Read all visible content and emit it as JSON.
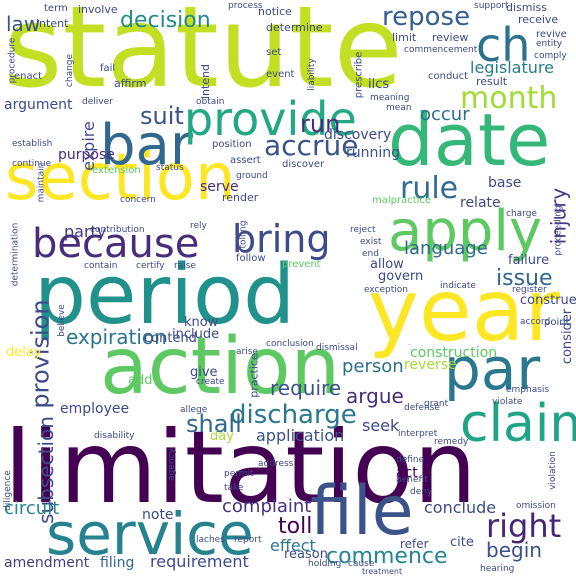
{
  "words": [
    {
      "text": "statute",
      "color": "#c2df23"
    },
    {
      "text": "limitation",
      "color": "#440154"
    },
    {
      "text": "period",
      "color": "#21918c"
    },
    {
      "text": "action",
      "color": "#5ec962"
    },
    {
      "text": "year",
      "color": "#fde725"
    },
    {
      "text": "section",
      "color": "#fde725"
    },
    {
      "text": "date",
      "color": "#35b779"
    },
    {
      "text": "service",
      "color": "#26828e"
    },
    {
      "text": "file",
      "color": "#3b528b"
    },
    {
      "text": "apply",
      "color": "#5ec962"
    },
    {
      "text": "par",
      "color": "#2a788e"
    },
    {
      "text": "bar",
      "color": "#31688e"
    },
    {
      "text": "claim",
      "color": "#20a486"
    },
    {
      "text": "provide",
      "color": "#22a884"
    },
    {
      "text": "ch",
      "color": "#2c728e"
    },
    {
      "text": "month",
      "color": "#a5db36"
    },
    {
      "text": "because",
      "color": "#472d7b"
    },
    {
      "text": "bring",
      "color": "#3e4a89"
    },
    {
      "text": "right",
      "color": "#482576"
    },
    {
      "text": "rule",
      "color": "#2f6c8e"
    },
    {
      "text": "accrue",
      "color": "#3b528b"
    },
    {
      "text": "discharge",
      "color": "#2a788e"
    },
    {
      "text": "commence",
      "color": "#24868e"
    },
    {
      "text": "expiration",
      "color": "#2c728e"
    },
    {
      "text": "decision",
      "color": "#238a8d"
    },
    {
      "text": "suit",
      "color": "#3b528b"
    },
    {
      "text": "provision",
      "color": "#3e4a89"
    },
    {
      "text": "shall",
      "color": "#31688e"
    },
    {
      "text": "run",
      "color": "#472d7b"
    },
    {
      "text": "repose",
      "color": "#355f8d"
    },
    {
      "text": "issue",
      "color": "#31688e"
    },
    {
      "text": "require",
      "color": "#3b528b"
    },
    {
      "text": "argue",
      "color": "#472d7b"
    },
    {
      "text": "subsection",
      "color": "#3e4a89"
    },
    {
      "text": "injury",
      "color": "#453882"
    },
    {
      "text": "occur",
      "color": "#2e6e8e"
    },
    {
      "text": "legislature",
      "color": "#287c8e"
    },
    {
      "text": "language",
      "color": "#31688e"
    },
    {
      "text": "person",
      "color": "#2e6e8e"
    },
    {
      "text": "complaint",
      "color": "#46337f"
    },
    {
      "text": "toll",
      "color": "#440154"
    },
    {
      "text": "begin",
      "color": "#3b528b"
    },
    {
      "text": "law",
      "color": "#3b528b"
    },
    {
      "text": "circuit",
      "color": "#24868e"
    },
    {
      "text": "party",
      "color": "#443983"
    },
    {
      "text": "expire",
      "color": "#3e4a89"
    },
    {
      "text": "amendment",
      "color": "#433e85"
    },
    {
      "text": "filing",
      "color": "#31688e"
    },
    {
      "text": "requirement",
      "color": "#3e4a89"
    },
    {
      "text": "effect",
      "color": "#2a788e"
    },
    {
      "text": "application",
      "color": "#3b528b"
    },
    {
      "text": "seek",
      "color": "#3e4a89"
    },
    {
      "text": "conclude",
      "color": "#3e4a89"
    },
    {
      "text": "act",
      "color": "#440154"
    },
    {
      "text": "note",
      "color": "#3e4a89"
    },
    {
      "text": "employee",
      "color": "#3e4a89"
    },
    {
      "text": "discovery",
      "color": "#3e4a89"
    },
    {
      "text": "running",
      "color": "#3b528b"
    },
    {
      "text": "construction",
      "color": "#5ec962"
    },
    {
      "text": "extend",
      "color": "#3b528b"
    },
    {
      "text": "reverse",
      "color": "#a5db36"
    },
    {
      "text": "argument",
      "color": "#3e4a89"
    },
    {
      "text": "purpose",
      "color": "#472d7b"
    },
    {
      "text": "serve",
      "color": "#472d7b"
    },
    {
      "text": "relate",
      "color": "#3e4a89"
    },
    {
      "text": "base",
      "color": "#3e4a89"
    },
    {
      "text": "reason",
      "color": "#3e4a89"
    },
    {
      "text": "cite",
      "color": "#3e4a89"
    },
    {
      "text": "refer",
      "color": "#3e4a89"
    },
    {
      "text": "contend",
      "color": "#3e4a89"
    },
    {
      "text": "include",
      "color": "#3e4a89"
    },
    {
      "text": "give",
      "color": "#3e4a89"
    },
    {
      "text": "allow",
      "color": "#3e4a89"
    },
    {
      "text": "govern",
      "color": "#3e4a89"
    },
    {
      "text": "construe",
      "color": "#3e4a89"
    },
    {
      "text": "consider",
      "color": "#3e4a89"
    },
    {
      "text": "failure",
      "color": "#3e4a89"
    },
    {
      "text": "delay",
      "color": "#fde725"
    },
    {
      "text": "add",
      "color": "#5ec962"
    },
    {
      "text": "know",
      "color": "#3e4a89"
    },
    {
      "text": "day",
      "color": "#a5db36"
    },
    {
      "text": "intent",
      "color": "#3e4a89"
    },
    {
      "text": "involve",
      "color": "#3e4a89"
    },
    {
      "text": "notice",
      "color": "#3e4a89"
    },
    {
      "text": "term",
      "color": "#3e4a89"
    },
    {
      "text": "determine",
      "color": "#3e4a89"
    },
    {
      "text": "limit",
      "color": "#3e4a89"
    },
    {
      "text": "review",
      "color": "#3e4a89"
    },
    {
      "text": "receive",
      "color": "#3e4a89"
    },
    {
      "text": "dismiss",
      "color": "#3e4a89"
    },
    {
      "text": "result",
      "color": "#3e4a89"
    },
    {
      "text": "affirm",
      "color": "#3e4a89"
    },
    {
      "text": "fail",
      "color": "#3e4a89"
    },
    {
      "text": "intend",
      "color": "#3e4a89"
    },
    {
      "text": "set",
      "color": "#3e4a89"
    },
    {
      "text": "event",
      "color": "#3e4a89"
    },
    {
      "text": "enact",
      "color": "#3e4a89"
    },
    {
      "text": "ilcs",
      "color": "#3e4a89"
    },
    {
      "text": "meaning",
      "color": "#3e4a89"
    },
    {
      "text": "conduct",
      "color": "#3e4a89"
    },
    {
      "text": "prescribe",
      "color": "#3e4a89"
    },
    {
      "text": "liability",
      "color": "#3e4a89"
    },
    {
      "text": "revive",
      "color": "#3e4a89"
    },
    {
      "text": "entity",
      "color": "#3e4a89"
    },
    {
      "text": "comply",
      "color": "#3e4a89"
    },
    {
      "text": "deliver",
      "color": "#3e4a89"
    },
    {
      "text": "obtain",
      "color": "#3e4a89"
    },
    {
      "text": "position",
      "color": "#3e4a89"
    },
    {
      "text": "assert",
      "color": "#3e4a89"
    },
    {
      "text": "discover",
      "color": "#3e4a89"
    },
    {
      "text": "render",
      "color": "#3e4a89"
    },
    {
      "text": "malpractice",
      "color": "#5ec962"
    },
    {
      "text": "charge",
      "color": "#3e4a89"
    },
    {
      "text": "establish",
      "color": "#3e4a89"
    },
    {
      "text": "continue",
      "color": "#3e4a89"
    },
    {
      "text": "extension",
      "color": "#5ec962"
    },
    {
      "text": "status",
      "color": "#3e4a89"
    },
    {
      "text": "concern",
      "color": "#3e4a89"
    },
    {
      "text": "contribution",
      "color": "#3e4a89"
    },
    {
      "text": "rely",
      "color": "#3e4a89"
    },
    {
      "text": "reject",
      "color": "#3e4a89"
    },
    {
      "text": "exist",
      "color": "#3e4a89"
    },
    {
      "text": "contain",
      "color": "#3e4a89"
    },
    {
      "text": "certify",
      "color": "#3e4a89"
    },
    {
      "text": "raise",
      "color": "#3e4a89"
    },
    {
      "text": "follow",
      "color": "#3e4a89"
    },
    {
      "text": "prevent",
      "color": "#5ec962"
    },
    {
      "text": "indicate",
      "color": "#3e4a89"
    },
    {
      "text": "exception",
      "color": "#3e4a89"
    },
    {
      "text": "register",
      "color": "#3e4a89"
    },
    {
      "text": "point",
      "color": "#3e4a89"
    },
    {
      "text": "conclusion",
      "color": "#3e4a89"
    },
    {
      "text": "dismissal",
      "color": "#3e4a89"
    },
    {
      "text": "practice",
      "color": "#3e4a89"
    },
    {
      "text": "create",
      "color": "#3e4a89"
    },
    {
      "text": "allege",
      "color": "#3e4a89"
    },
    {
      "text": "defense",
      "color": "#3e4a89"
    },
    {
      "text": "grant",
      "color": "#3e4a89"
    },
    {
      "text": "violate",
      "color": "#3e4a89"
    },
    {
      "text": "emphasis",
      "color": "#3e4a89"
    },
    {
      "text": "interpret",
      "color": "#3e4a89"
    },
    {
      "text": "remedy",
      "color": "#3e4a89"
    },
    {
      "text": "address",
      "color": "#3e4a89"
    },
    {
      "text": "permit",
      "color": "#3e4a89"
    },
    {
      "text": "take",
      "color": "#3e4a89"
    },
    {
      "text": "define",
      "color": "#3e4a89"
    },
    {
      "text": "benefit",
      "color": "#3e4a89"
    },
    {
      "text": "holding",
      "color": "#3e4a89"
    },
    {
      "text": "cause",
      "color": "#3e4a89"
    },
    {
      "text": "treatment",
      "color": "#3e4a89"
    },
    {
      "text": "hearing",
      "color": "#3e4a89"
    },
    {
      "text": "omission",
      "color": "#3e4a89"
    },
    {
      "text": "violation",
      "color": "#3e4a89"
    },
    {
      "text": "diligence",
      "color": "#3e4a89"
    },
    {
      "text": "disability",
      "color": "#3e4a89"
    },
    {
      "text": "laches",
      "color": "#3e4a89"
    },
    {
      "text": "agency",
      "color": "#3e4a89"
    },
    {
      "text": "procedure",
      "color": "#3e4a89"
    },
    {
      "text": "determination",
      "color": "#3e4a89"
    },
    {
      "text": "maintain",
      "color": "#3e4a89"
    },
    {
      "text": "change",
      "color": "#3e4a89"
    },
    {
      "text": "support",
      "color": "#3e4a89"
    },
    {
      "text": "process",
      "color": "#3e4a89"
    },
    {
      "text": "commencement",
      "color": "#3e4a89"
    },
    {
      "text": "ground",
      "color": "#3e4a89"
    },
    {
      "text": "tolling",
      "color": "#3e4a89"
    },
    {
      "text": "proceeding",
      "color": "#3e4a89"
    },
    {
      "text": "accord",
      "color": "#3e4a89"
    },
    {
      "text": "end",
      "color": "#3e4a89"
    },
    {
      "text": "mean",
      "color": "#3e4a89"
    },
    {
      "text": "believe",
      "color": "#3e4a89"
    },
    {
      "text": "arise",
      "color": "#3e4a89"
    },
    {
      "text": "report",
      "color": "#3e4a89"
    },
    {
      "text": "deny",
      "color": "#3e4a89"
    }
  ]
}
